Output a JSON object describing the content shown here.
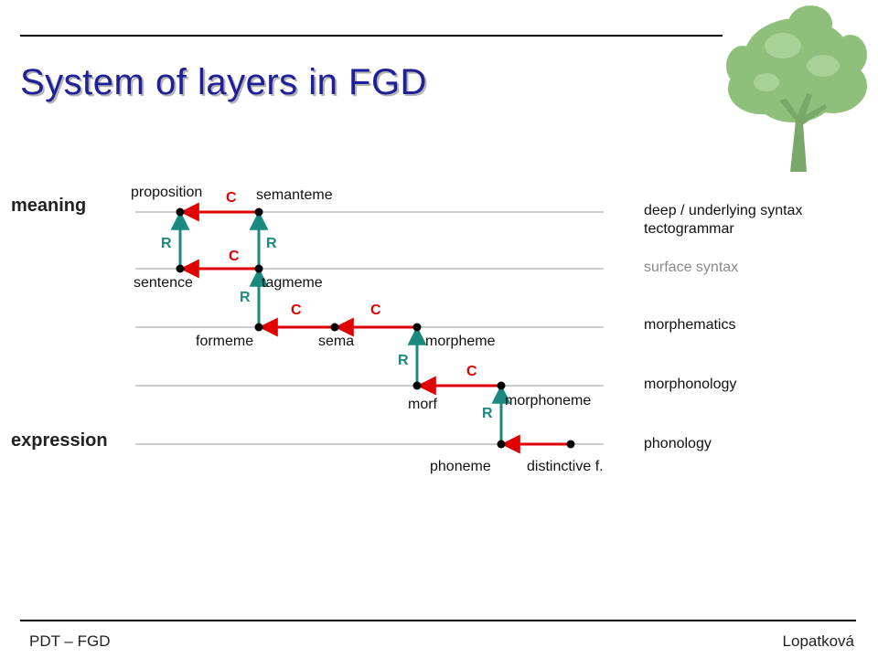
{
  "slide": {
    "title": "System of layers in FGD",
    "meaning_label": "meaning",
    "expression_label": "expression"
  },
  "nodes": {
    "proposition": "proposition",
    "semanteme": "semanteme",
    "sentence": "sentence",
    "tagmeme": "tagmeme",
    "formeme": "formeme",
    "sema": "sema",
    "morpheme": "morpheme",
    "morf": "morf",
    "morphoneme": "morphoneme",
    "phoneme": "phoneme",
    "distinctive": "distinctive f."
  },
  "relations": {
    "c": "C",
    "r": "R"
  },
  "layers": {
    "deep": "deep / underlying syntax",
    "tecto": "tectogrammar",
    "surface": "surface syntax",
    "morphematics": "morphematics",
    "morphonology": "morphonology",
    "phonology": "phonology"
  },
  "colors": {
    "composition_arrow": "#e10000",
    "realization_arrow": "#1a8a80",
    "title": "#1f1f9a",
    "muted_layer": "#8a8a8a"
  },
  "footer": {
    "left": "PDT – FGD",
    "right": "Lopatková"
  }
}
